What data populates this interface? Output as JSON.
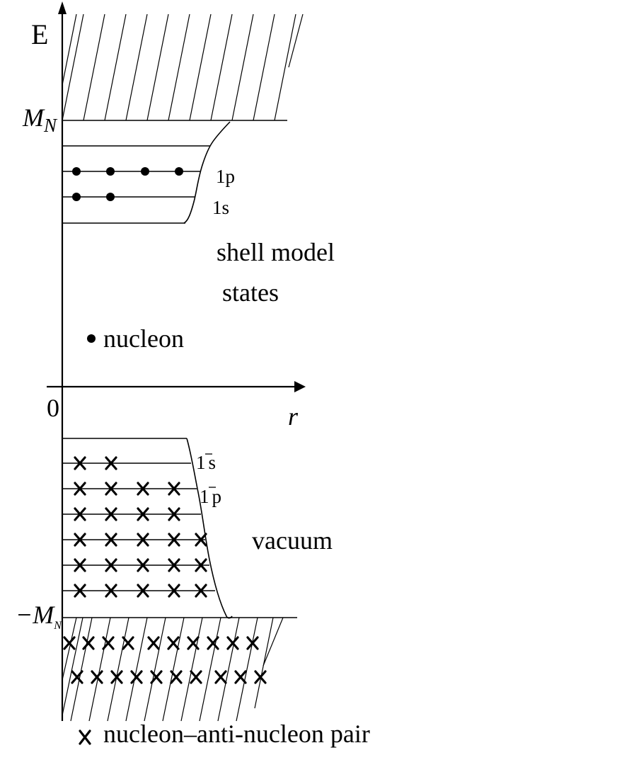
{
  "axes": {
    "y_label": "E",
    "x_label": "r",
    "origin_label": "0",
    "upper_mass_label": "M",
    "upper_mass_sub": "N",
    "lower_mass_label": "−M",
    "lower_mass_sub": "N"
  },
  "levels": {
    "level_1p": "1p",
    "level_1s": "1s",
    "level_1s_bar": "1",
    "level_1s_bar_letter": "s",
    "level_1p_bar": "1",
    "level_1p_bar_letter": "p"
  },
  "regions": {
    "shell_line1": "shell model",
    "shell_line2": "states",
    "vacuum": "vacuum"
  },
  "legend": {
    "nucleon": "nucleon",
    "pair": "nucleon–anti-nucleon pair"
  },
  "occupancy": {
    "positive_rows": [
      4,
      2
    ],
    "negative_rows": [
      2,
      4,
      4,
      5,
      5,
      5
    ],
    "sea_rows": [
      10,
      10
    ]
  }
}
